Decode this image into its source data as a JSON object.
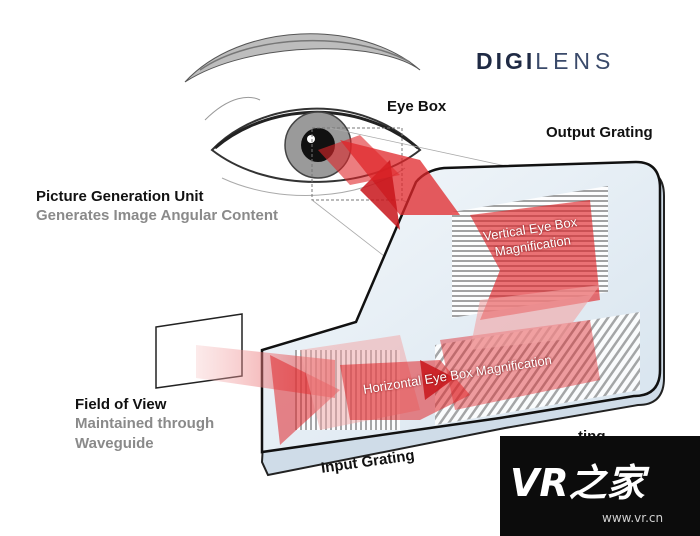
{
  "logo": {
    "prefix": "DIGI",
    "suffix": "LENS"
  },
  "labels": {
    "eye_box": "Eye Box",
    "output_grating": "Output Grating",
    "pgu_title": "Picture Generation Unit",
    "pgu_desc": "Generates Image Angular Content",
    "fov_title": "Field of View",
    "fov_desc_1": "Maintained through",
    "fov_desc_2": "Waveguide",
    "input_grating": "Input Grating",
    "vertical_mag_1": "Vertical Eye Box",
    "vertical_mag_2": "Magnification",
    "horizontal_mag": "Horizontal Eye Box Magnification",
    "partial_label": "ting"
  },
  "watermark": {
    "main": "VR之家",
    "url": "www.vr.cn"
  },
  "colors": {
    "beam": "#e0262a",
    "beam_light": "#f2a3a3",
    "glass": "#e3ecf4",
    "grating": "#9a9a9a",
    "logo": "#1f2a44"
  }
}
